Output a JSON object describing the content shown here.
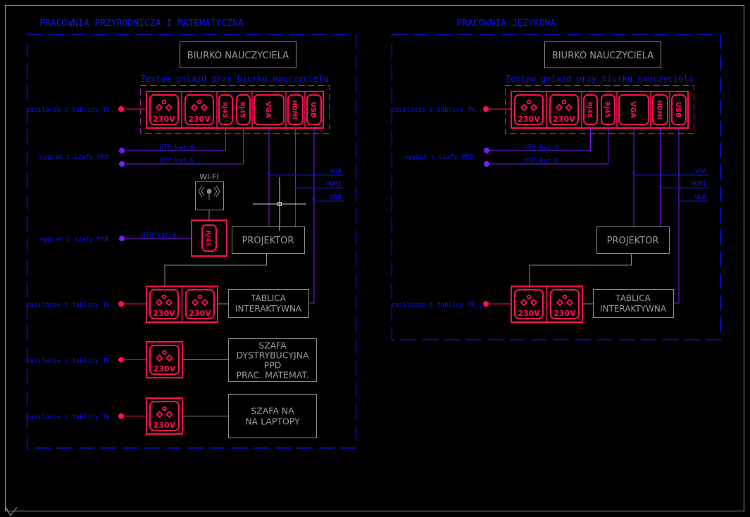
{
  "colors": {
    "background": "#000000",
    "frame": "#9a9a9a",
    "room_border": "#0a14ff",
    "label_blue": "#0a14ff",
    "socket_red": "#ff1050",
    "signal_purple": "#7b1cf0",
    "strip_border": "#b0209a",
    "device_gray": "#8a8a8a"
  },
  "rooms": [
    {
      "id": "science-math",
      "title": "PRACOWNIA PRZYRODNICZA I MATEMATYCZNA",
      "desk_label": "BIURKO NAUCZYCIELA",
      "strip_caption": "Zestaw gniazd przy biurku nauczyciela",
      "strip_sockets": [
        "230V",
        "230V",
        "RJ45",
        "RJ45",
        "VGA",
        "HDMI",
        "USB"
      ],
      "power_feed_label": "zasilanie z tablicy TK...",
      "signal_label": "sygnał z szafy PPD",
      "cable_labels": [
        "UTP kat.6",
        "UTP kat.6"
      ],
      "av_outputs": [
        "VGA",
        "HDMI",
        "USB"
      ],
      "wifi_label": "WI-FI",
      "wifi_signal_label": "sygnał z szafy PPD",
      "wifi_cable_label": "UTP kat.6",
      "wifi_socket": "RJ45",
      "projector_label": "PROJEKTOR",
      "board_label": [
        "TABLICA",
        "INTERAKTYWNA"
      ],
      "board_sockets": [
        "230V",
        "230V"
      ],
      "board_feed_label": "zasilanie z tablicy TK...",
      "extra_devices": [
        {
          "feed_label": "zasilanie z tablicy TK...",
          "socket": "230V",
          "label": [
            "SZAFA",
            "DYSTRYBUCYJNA",
            "PPD",
            "PRAC. MATEMAT."
          ]
        },
        {
          "feed_label": "zasilanie z tablicy TK...",
          "socket": "230V",
          "label": [
            "SZAFA NA",
            "NA LAPTOPY"
          ]
        }
      ]
    },
    {
      "id": "language",
      "title": "PRACOWNIA JĘZYKOWA",
      "desk_label": "BIURKO NAUCZYCIELA",
      "strip_caption": "Zestaw gniazd przy biurku nauczyciela",
      "strip_sockets": [
        "230V",
        "230V",
        "RJ45",
        "RJ45",
        "VGA",
        "HDMI",
        "USB"
      ],
      "power_feed_label": "zasilanie z tablicy TK...",
      "signal_label": "sygnał z szafy PPD",
      "cable_labels": [
        "UTP kat.6",
        "UTP kat.6"
      ],
      "av_outputs": [
        "VGA",
        "HDMI",
        "USB"
      ],
      "projector_label": "PROJEKTOR",
      "board_label": [
        "TABLICA",
        "INTERAKTYWNA"
      ],
      "board_sockets": [
        "230V",
        "230V"
      ],
      "board_feed_label": "zasilanie z tablicy TK..."
    }
  ]
}
